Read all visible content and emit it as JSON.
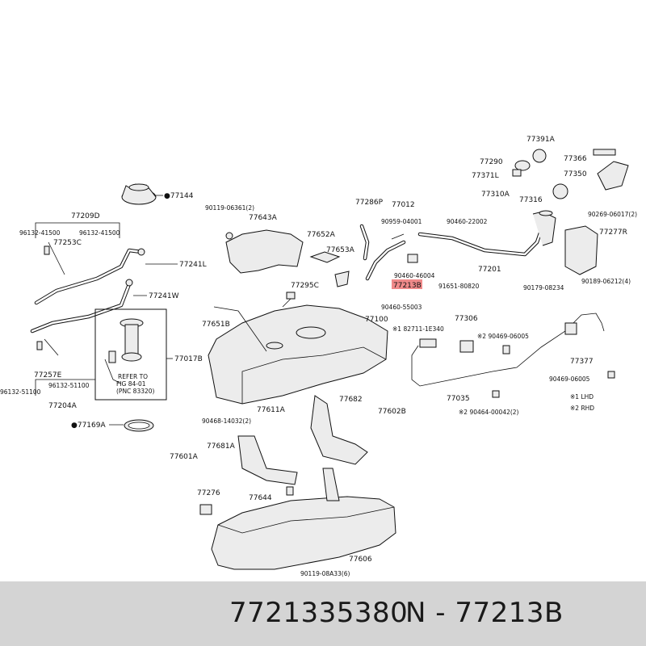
{
  "diagram": {
    "highlight_color": "#f08a8a",
    "labels": {
      "l77144": "●77144",
      "l77209D": "77209D",
      "l96132_41500a": "96132-41500",
      "l96132_41500b": "96132-41500",
      "l77253C": "77253C",
      "l77241L": "77241L",
      "l77241W": "77241W",
      "l77017B": "77017B",
      "lRefer": "REFER TO",
      "lFig": "FIG 84-01",
      "lPnc": "(PNC 83320)",
      "l77257E": "77257E",
      "l96132_51100a": "96132-51100",
      "l96132_51100b": "96132-51100",
      "l77204A": "77204A",
      "l77169A": "●77169A",
      "l90119_06361": "90119-06361(2)",
      "l77643A": "77643A",
      "l77652A": "77652A",
      "l77653A": "77653A",
      "l77286P": "77286P",
      "l77012": "77012",
      "l90959": "90959-04001",
      "l90460_22002": "90460-22002",
      "l90460_46004": "90460-46004",
      "l77213B": "77213B",
      "l90460_55003": "90460-55003",
      "l91651": "91651-80820",
      "l77201": "77201",
      "l77295C": "77295C",
      "l77651B": "77651B",
      "l77100": "77100",
      "l82711": "※1 82711-1E340",
      "l77306": "77306",
      "l90469_06005a": "※2 90469-06005",
      "l77035": "77035",
      "l90464": "※2 90464-00042(2)",
      "l77682": "77682",
      "l77602B": "77602B",
      "l90468": "90468-14032(2)",
      "l77611A": "77611A",
      "l77681A": "77681A",
      "l77601A": "77601A",
      "l77276": "77276",
      "l77644": "77644",
      "l77606": "77606",
      "l90119_08A33": "90119-08A33(6)",
      "l77391A": "77391A",
      "l77290": "77290",
      "l77371L": "77371L",
      "l77310A": "77310A",
      "l77316": "77316",
      "l77366": "77366",
      "l77350": "77350",
      "l90269": "90269-06017(2)",
      "l77277R": "77277R",
      "l90179": "90179-08234",
      "l90189": "90189-06212(4)",
      "l77377": "77377",
      "l90469_06005b": "90469-06005",
      "lLhd": "※1 LHD",
      "lRhd": "※2 RHD"
    }
  },
  "footer": {
    "part_number": "7721335380",
    "ref_code": "N - 77213B"
  }
}
